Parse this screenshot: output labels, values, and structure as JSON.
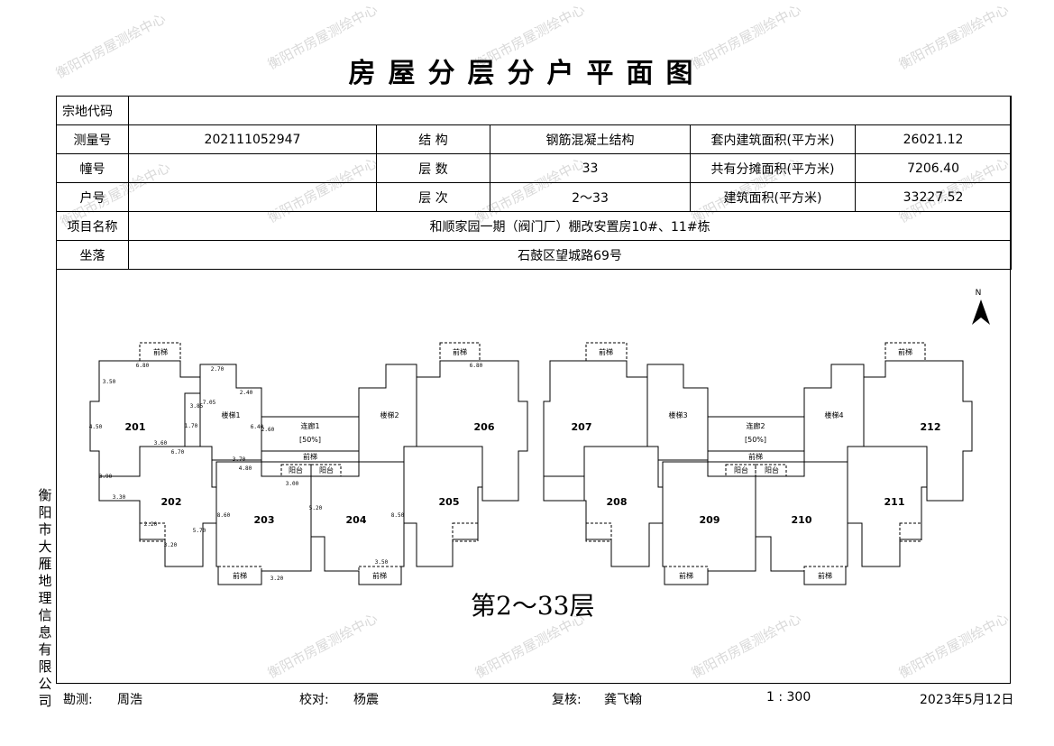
{
  "title": "房屋分层分户平面图",
  "table": {
    "r1": {
      "c1": "宗地代码",
      "c2": ""
    },
    "r2": {
      "c1": "测量号",
      "c2": "202111052947",
      "c3": "结 构",
      "c4": "钢筋混凝土结构",
      "c5": "套内建筑面积(平方米)",
      "c6": "26021.12"
    },
    "r3": {
      "c1": "幢号",
      "c2": "",
      "c3": "层 数",
      "c4": "33",
      "c5": "共有分摊面积(平方米)",
      "c6": "7206.40"
    },
    "r4": {
      "c1": "户号",
      "c2": "",
      "c3": "层 次",
      "c4": "2～33",
      "c5": "建筑面积(平方米)",
      "c6": "33227.52"
    },
    "r5": {
      "c1": "项目名称",
      "c2": "和顺家园一期（阀门厂）棚改安置房10#、11#栋"
    },
    "r6": {
      "c1": "坐落",
      "c2": "石鼓区望城路69号"
    }
  },
  "plan": {
    "north": "N",
    "floor_label": "第2～33层",
    "units": [
      "201",
      "202",
      "203",
      "204",
      "205",
      "206",
      "207",
      "208",
      "209",
      "210",
      "211",
      "212"
    ],
    "stairs": [
      "楼梯1",
      "楼梯2",
      "楼梯3",
      "楼梯4"
    ],
    "corridors": [
      "连廊1",
      "连廊2"
    ],
    "corridor_ratio": "[50%]",
    "lift": "前梯",
    "balcony": "阳台",
    "dims": [
      "6.80",
      "2.70",
      "3.50",
      "4.50",
      "3.60",
      "3.90",
      "3.30",
      "6.70",
      "6.80",
      "2.20",
      "3.20",
      "5.70",
      "4.80",
      "8.60",
      "3.70",
      "3.00",
      "5.20",
      "3.20",
      "8.50",
      "3.50",
      "2.40",
      "7.05",
      "3.85",
      "6.40",
      "2.60",
      "1.70"
    ]
  },
  "company": "衡阳市大雁地理信息有限公司",
  "footer": {
    "survey_label": "勘测:",
    "survey_name": "周浩",
    "check_label": "校对:",
    "check_name": "杨震",
    "review_label": "复核:",
    "review_name": "龚飞翰",
    "scale": "1 : 300",
    "date": "2023年5月12日"
  },
  "watermark": "衡阳市房屋测绘中心"
}
